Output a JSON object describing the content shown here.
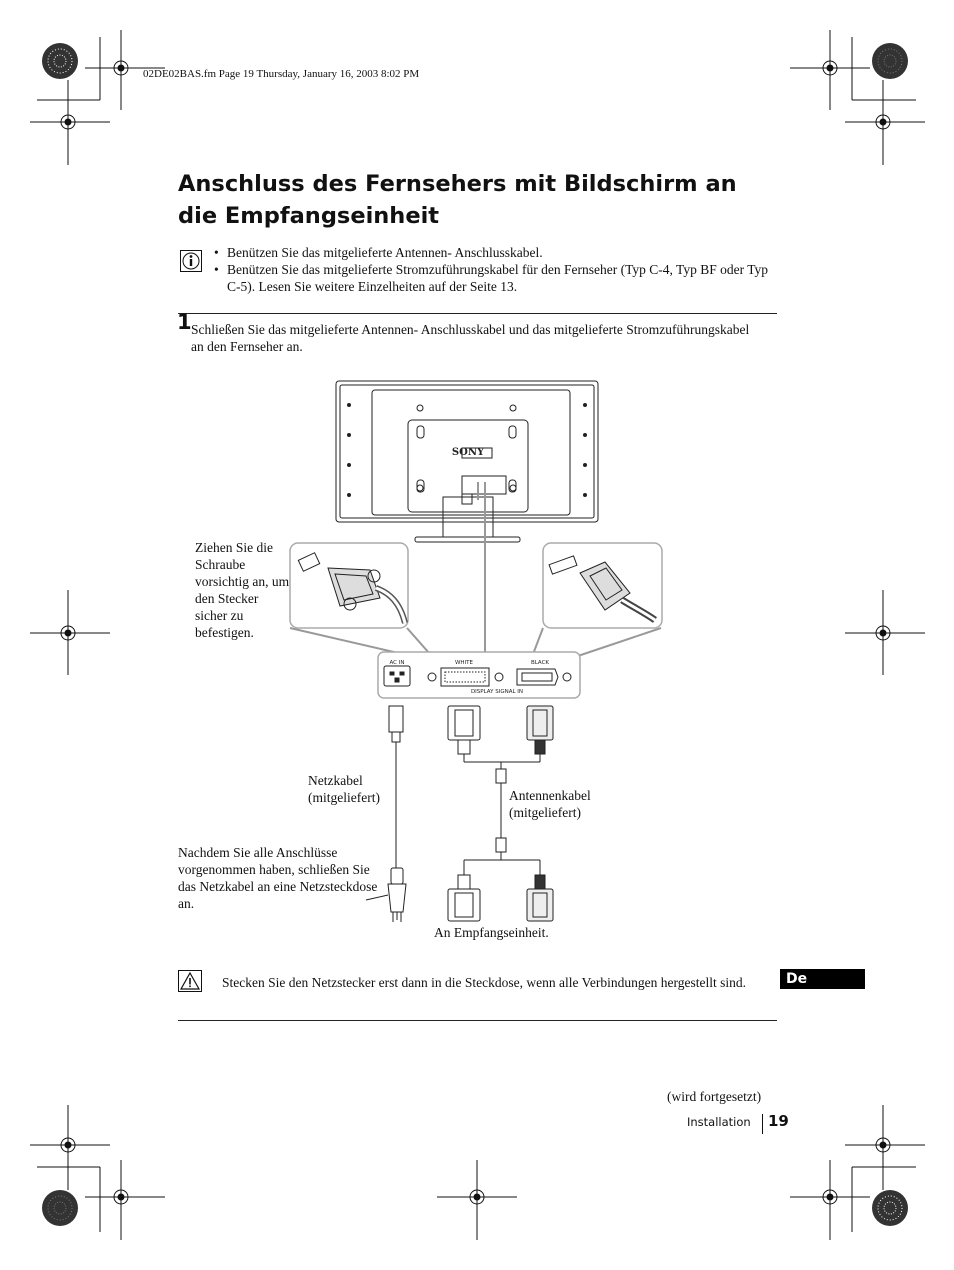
{
  "header": {
    "file_info": "02DE02BAS.fm  Page 19  Thursday, January 16, 2003  8:02 PM"
  },
  "title": "Anschluss des Fernsehers mit Bildschirm an die Empfangseinheit",
  "notes": [
    "Benützen Sie das mitgelieferte Antennen- Anschlusskabel.",
    "Benützen Sie das mitgelieferte Stromzuführungskabel für den Fernseher (Typ C-4, Typ BF oder Typ C-5). Lesen Sie weitere Einzelheiten auf der Seite 13."
  ],
  "step": {
    "number": "1",
    "text": "Schließen Sie das mitgelieferte Antennen- Anschlusskabel und das mitgelieferte Stromzuführungskabel an den Fernseher an."
  },
  "diagram": {
    "brand": "SONY",
    "screw_hint": "Ziehen Sie die Schraube vorsichtig an, um den Stecker sicher zu befestigen.",
    "port_ac_in": "AC IN",
    "port_white": "WHITE",
    "port_black": "BLACK",
    "port_group": "DISPLAY SIGNAL IN",
    "power_cable": "Netzkabel (mitgeliefert)",
    "antenna_cable": "Antennenkabel (mitgeliefert)",
    "after_connect": "Nachdem Sie alle Anschlüsse vorgenommen haben, schließen Sie das Netzkabel an eine Netzsteckdose an.",
    "to_receiver": "An Empfangseinheit."
  },
  "warning": "Stecken Sie den Netzstecker erst dann in die Steckdose, wenn alle Verbindungen hergestellt sind.",
  "language_tab": "De",
  "footer": {
    "continued": "(wird fortgesetzt)",
    "section": "Installation",
    "page": "19"
  },
  "icons": {
    "info": "info-icon",
    "warning": "warning-icon"
  }
}
